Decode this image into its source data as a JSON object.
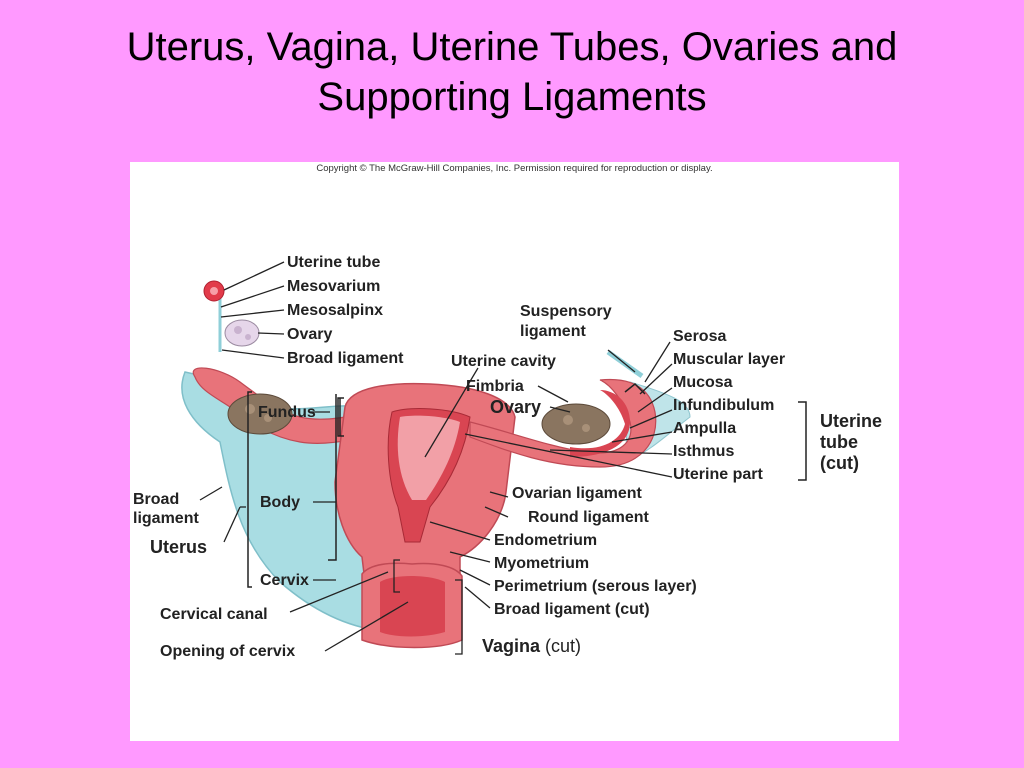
{
  "slide": {
    "title_line1": "Uterus, Vagina, Uterine Tubes, Ovaries and",
    "title_line2": "Supporting Ligaments"
  },
  "figure": {
    "copyright": "Copyright © The McGraw-Hill Companies, Inc. Permission required for reproduction or display.",
    "labels": {
      "uterine_tube": "Uterine tube",
      "mesovarium": "Mesovarium",
      "mesosalpinx": "Mesosalpinx",
      "ovary_inset": "Ovary",
      "broad_ligament_inset": "Broad ligament",
      "suspensory_line1": "Suspensory",
      "suspensory_line2": "ligament",
      "uterine_cavity": "Uterine cavity",
      "fimbria": "Fimbria",
      "ovary": "Ovary",
      "fundus": "Fundus",
      "body": "Body",
      "cervix": "Cervix",
      "broad_ligament_line1": "Broad",
      "broad_ligament_line2": "ligament",
      "uterus": "Uterus",
      "cervical_canal": "Cervical canal",
      "opening_of_cervix": "Opening of cervix",
      "serosa": "Serosa",
      "muscular_layer": "Muscular layer",
      "mucosa": "Mucosa",
      "infundibulum": "Infundibulum",
      "ampulla": "Ampulla",
      "isthmus": "Isthmus",
      "uterine_part": "Uterine part",
      "uterine_tube_cut_line1": "Uterine",
      "uterine_tube_cut_line2": "tube",
      "uterine_tube_cut_line3": "(cut)",
      "ovarian_ligament": "Ovarian ligament",
      "round_ligament": "Round ligament",
      "endometrium": "Endometrium",
      "myometrium": "Myometrium",
      "perimetrium": "Perimetrium (serous layer)",
      "broad_ligament_cut": "Broad ligament (cut)",
      "vagina": "Vagina",
      "vagina_cut": "(cut)"
    }
  },
  "colors": {
    "background": "#ff99ff",
    "broad_ligament": "#a9dde3",
    "uterus_outer": "#e8737a",
    "uterus_inner": "#d94552",
    "ovary": "#8a7560"
  }
}
